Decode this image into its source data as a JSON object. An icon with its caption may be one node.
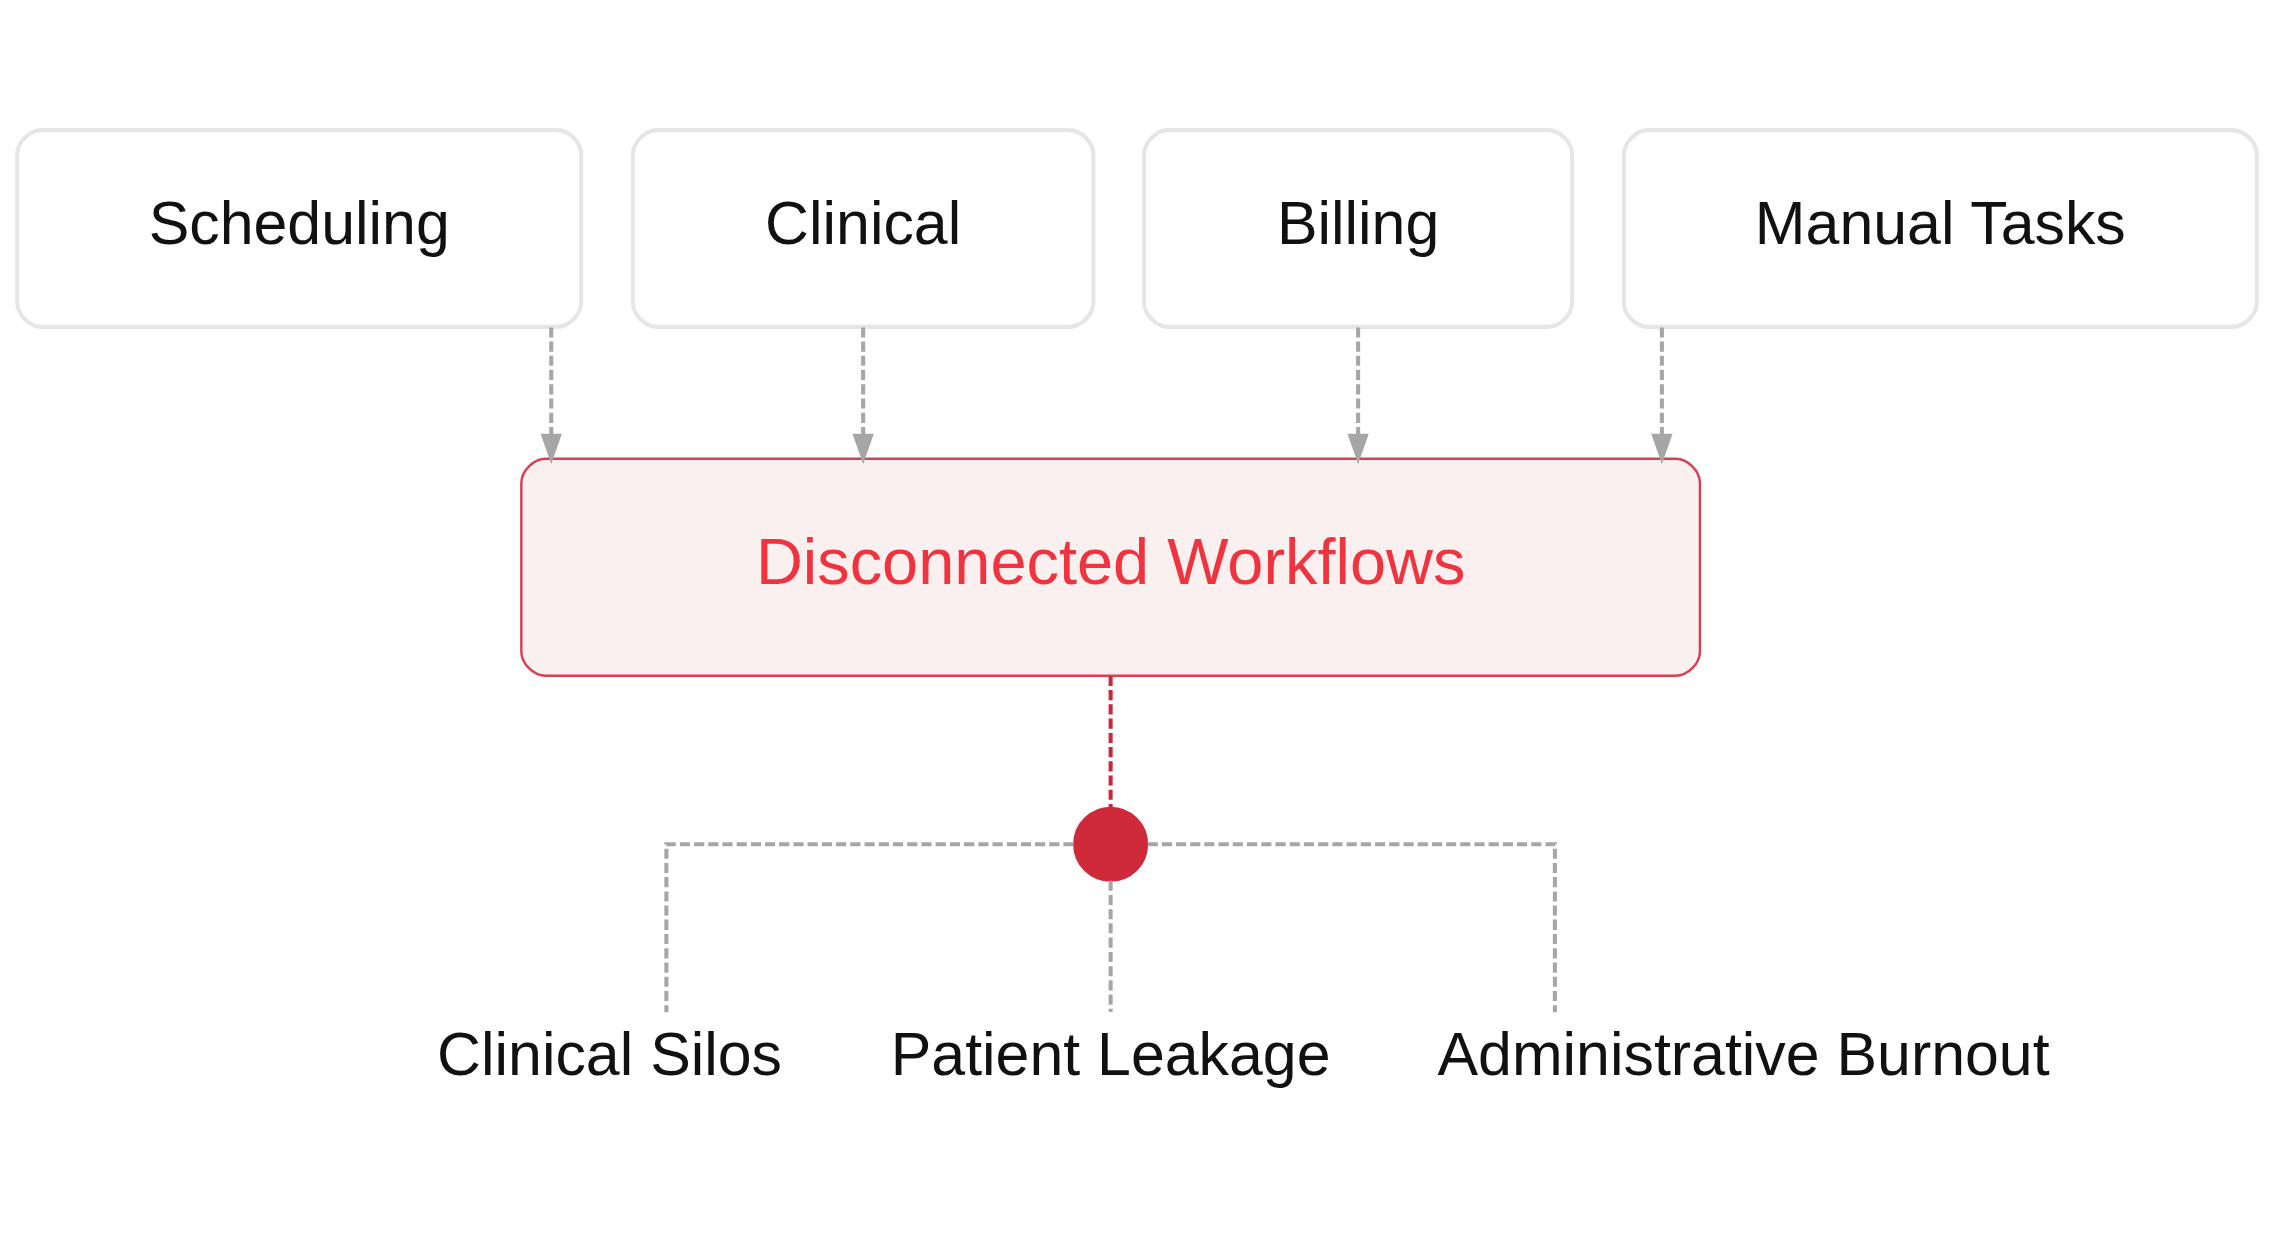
{
  "diagram": {
    "nodes": [
      {
        "text": [
          "Scheduling"
        ]
      },
      {
        "text": [
          "Clinical"
        ]
      },
      {
        "text": [
          "Billing"
        ]
      },
      {
        "text": [
          "Manual Tasks"
        ]
      },
      {
        "text": [
          "Disconnected Workflows"
        ]
      },
      {
        "text": [],
        "shape": "circle"
      },
      {
        "text": [
          "Clinical Silos"
        ]
      },
      {
        "text": [
          "Patient Leakage"
        ]
      },
      {
        "text": [
          "Administrative Burnout"
        ]
      }
    ],
    "edges": [
      {
        "from": 0,
        "to": 4,
        "arrow": "to",
        "style": "dashed"
      },
      {
        "from": 1,
        "to": 4,
        "arrow": "to",
        "style": "dashed"
      },
      {
        "from": 2,
        "to": 4,
        "arrow": "to",
        "style": "dashed"
      },
      {
        "from": 3,
        "to": 4,
        "arrow": "to",
        "style": "dashed"
      },
      {
        "from": 4,
        "to": 5,
        "arrow": "none",
        "style": "dashed",
        "color": "#c9283a"
      },
      {
        "from": 5,
        "to": 6,
        "arrow": "none",
        "style": "dashed"
      },
      {
        "from": 5,
        "to": 7,
        "arrow": "none",
        "style": "dashed"
      },
      {
        "from": 5,
        "to": 8,
        "arrow": "none",
        "style": "dashed"
      }
    ]
  }
}
